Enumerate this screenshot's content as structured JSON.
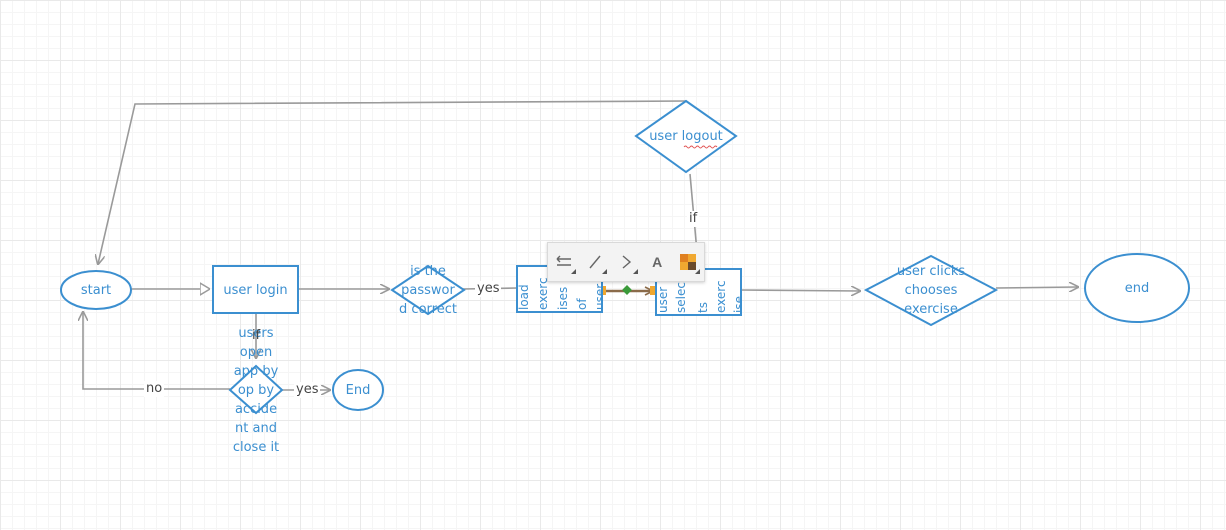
{
  "nodes": {
    "start": "start",
    "user_login": "user login",
    "password_check": "is the password correct",
    "password_check_lines": [
      "is the",
      "passwor",
      "d correct"
    ],
    "load_exercises_cols": [
      "load",
      "exerc",
      "ises",
      "of",
      "user"
    ],
    "user_selects_cols": [
      "user",
      "selec",
      "ts",
      "exerc",
      "ise"
    ],
    "user_logout": "user logout",
    "user_chooses_lines": [
      "user clicks",
      "chooses",
      "exercise"
    ],
    "end": "end",
    "accident_lines": [
      "users",
      "open",
      "app by",
      "op  by",
      "accide",
      "nt and",
      "close it"
    ],
    "accident_end": "End"
  },
  "labels": {
    "yes_password": "yes",
    "if_logout": "if",
    "no_accident": "no",
    "yes_accident": "yes",
    "if_accident": "if"
  },
  "toolbar": {
    "connector_style": "connector-style-icon",
    "line_style": "line-style-icon",
    "arrow_style": "arrow-style-icon",
    "text_style": "A",
    "color": "fill-color-icon"
  },
  "colors": {
    "shape_stroke": "#3b8fd0",
    "connector": "#9a9a9a",
    "selected_connector": "#8b6b4a",
    "handle": "#f0a830",
    "midpoint": "#3a9a3a"
  }
}
